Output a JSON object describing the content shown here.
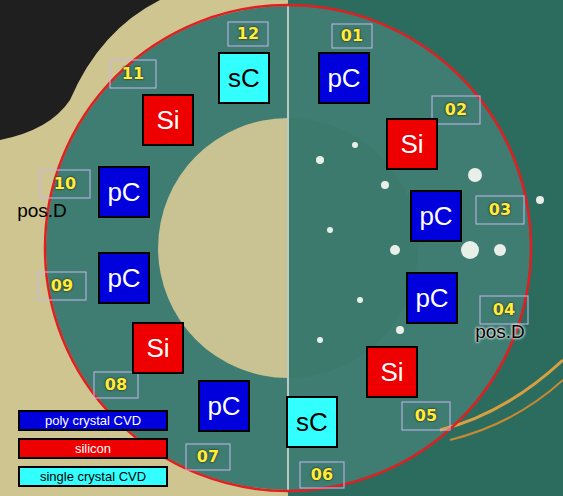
{
  "diagram": {
    "nodes": [
      {
        "text": [
          "sC"
        ]
      },
      {
        "text": [
          "pC"
        ]
      },
      {
        "text": [
          "Si"
        ]
      },
      {
        "text": [
          "pC"
        ]
      },
      {
        "text": [
          "pC"
        ]
      },
      {
        "text": [
          "Si"
        ]
      },
      {
        "text": [
          "sC"
        ]
      },
      {
        "text": [
          "pC"
        ]
      },
      {
        "text": [
          "Si"
        ]
      },
      {
        "text": [
          "pC"
        ]
      },
      {
        "text": [
          "pC"
        ]
      },
      {
        "text": [
          "Si"
        ]
      }
    ],
    "labels": [
      "12",
      "01",
      "02",
      "03",
      "04",
      "05",
      "06",
      "07",
      "08",
      "09",
      "10",
      "11",
      "pos.D",
      "pos.D"
    ],
    "legend": [
      {
        "text": "poly crystal CVD",
        "color": "#0000dd"
      },
      {
        "text": "silicon",
        "color": "#ee0000"
      },
      {
        "text": "single crystal CVD",
        "color": "#33ffff"
      }
    ]
  }
}
